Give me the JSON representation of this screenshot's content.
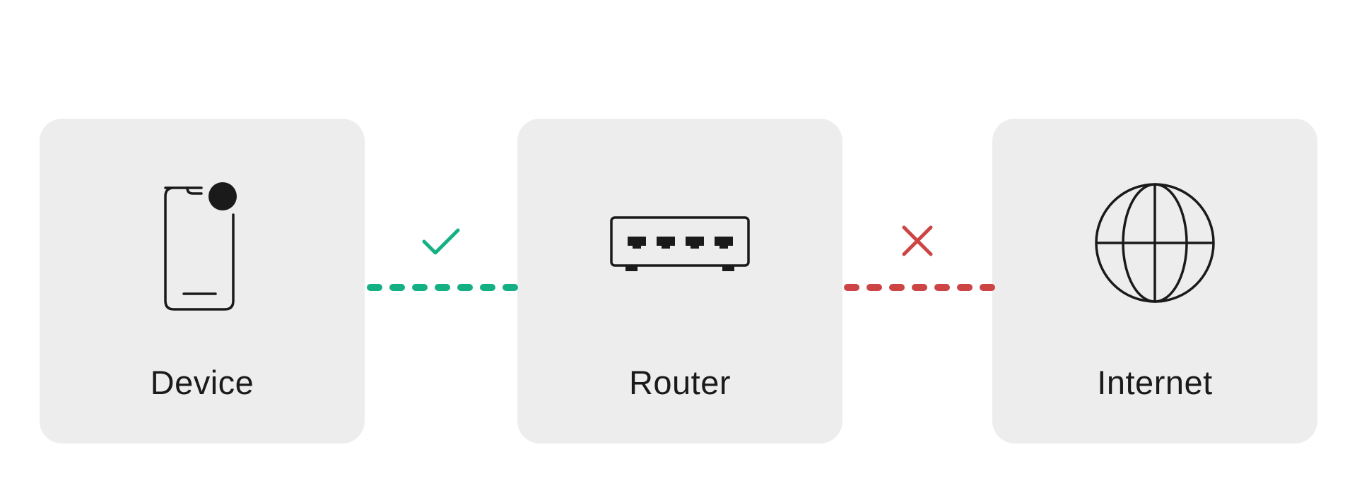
{
  "nodes": [
    {
      "id": "device",
      "label": "Device",
      "icon": "smartphone-notification-icon"
    },
    {
      "id": "router",
      "label": "Router",
      "icon": "router-icon"
    },
    {
      "id": "internet",
      "label": "Internet",
      "icon": "globe-icon"
    }
  ],
  "links": [
    {
      "from": "device",
      "to": "router",
      "status": "connected",
      "status_icon": "check-icon",
      "color": "#14b084",
      "line_style": "dashed"
    },
    {
      "from": "router",
      "to": "internet",
      "status": "disconnected",
      "status_icon": "cross-icon",
      "color": "#cc4444",
      "line_style": "dashed"
    }
  ],
  "colors": {
    "card_background": "#ededed",
    "icon_stroke": "#1a1a1a",
    "text": "#1a1a1a",
    "page_background": "#ffffff"
  }
}
